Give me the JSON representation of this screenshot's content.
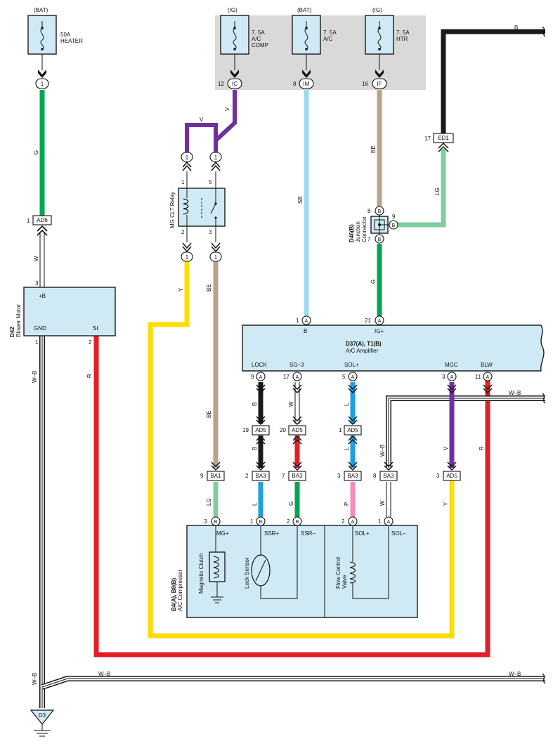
{
  "colors": {
    "G": "#00a651",
    "W": "#ffffff",
    "WB": "#ffffff",
    "R": "#e31e24",
    "Y": "#ffdd00",
    "V": "#7030a0",
    "SB": "#9fd9f2",
    "BE": "#b8a28a",
    "B": "#1a1a1a",
    "LG": "#7fcf9e",
    "L": "#1ea0e0",
    "P": "#f48cc0",
    "box": "#cfeaf5",
    "gray": "#d9d9d9"
  },
  "sources": {
    "bat_heater": "(BAT)",
    "ig_comp": "(IG)",
    "bat_ac": "(BAT)",
    "ig_htr": "(IG)"
  },
  "fuses": {
    "heater_amp": "50A",
    "heater_name": "HEATER",
    "comp_amp": "7. 5A",
    "comp_name1": "A/C",
    "comp_name2": "COMP",
    "ac_amp": "7. 5A",
    "ac_name": "A/C",
    "htr_amp": "7. 5A",
    "htr_name": "HTR"
  },
  "connectors": {
    "c1": "1",
    "ad6": "AD6",
    "ic": "IC",
    "im": "IM",
    "if": "IF",
    "ed1": "ED1",
    "ad5": "AD5",
    "ba1": "BA1",
    "ba3": "BA3",
    "d3": "D3",
    "A": "A",
    "B": "B",
    "one": "1"
  },
  "pins": {
    "p1": "1",
    "p2": "2",
    "p3": "3",
    "p5": "5",
    "p7": "7",
    "p8": "8",
    "p9": "9",
    "p11": "11",
    "p12": "12",
    "p16": "16",
    "p17": "17",
    "p19": "19",
    "p20": "20",
    "p21": "21"
  },
  "wires": {
    "G": "G",
    "W": "W",
    "WB": "W–B",
    "R": "R",
    "Y": "Y",
    "V": "V",
    "SB": "SB",
    "BE": "BE",
    "B": "B",
    "LG": "LG",
    "L": "L",
    "P": "P"
  },
  "blower": {
    "code": "D42",
    "name": "Blower Motor",
    "plusb": "+B",
    "gnd": "GND",
    "si": "SI"
  },
  "relay": {
    "name": "MG CLT Relay"
  },
  "junction": {
    "code": "D46(B)",
    "name1": "Junction",
    "name2": "Connector"
  },
  "amplifier": {
    "code": "D37(A), T1(B)",
    "name": "A/C Amplifier",
    "b": "B",
    "igplus": "IG+",
    "lock": "LOCK",
    "sg3": "SG–3",
    "solp": "SOL+",
    "mgc": "MGC",
    "blw": "BLW"
  },
  "compressor": {
    "code": "B4(A), B8(B)",
    "name": "A/C Compressor",
    "mgplus": "MG+",
    "ssrp": "SSR+",
    "ssrm": "SSR–",
    "solp": "SOL+",
    "solm": "SOL–",
    "clutch": "Magnetic Clutch",
    "sensor": "Lock Sensor",
    "valve1": "Flow Control",
    "valve2": "Valve"
  }
}
